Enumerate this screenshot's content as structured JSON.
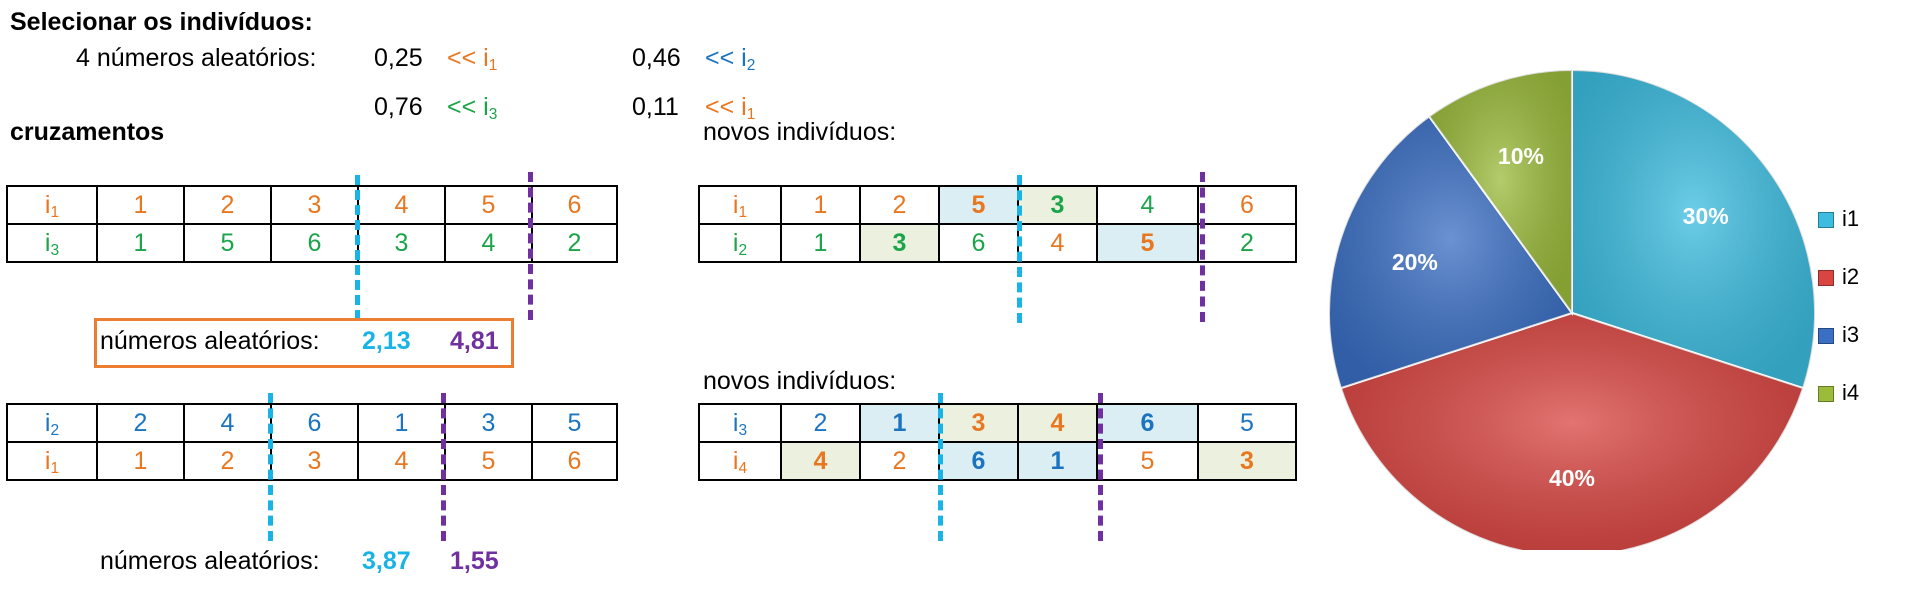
{
  "title": "Selecionar os indivíduos:",
  "selection": {
    "label": "4 números aleatórios:",
    "draws": [
      {
        "value": "0,25",
        "arrow": "<< i",
        "sub": "1",
        "color": "#e87722"
      },
      {
        "value": "0,46",
        "arrow": "<< i",
        "sub": "2",
        "color": "#1a74c0"
      },
      {
        "value": "0,76",
        "arrow": "<< i",
        "sub": "3",
        "color": "#1ca44a"
      },
      {
        "value": "0,11",
        "arrow": "<< i",
        "sub": "1",
        "color": "#e87722"
      }
    ]
  },
  "crossover_title": "cruzamentos",
  "new_individuals_label": "novos indivíduos:",
  "random_label": "números aleatórios:",
  "cross1": {
    "rand": [
      "2,13",
      "4,81"
    ],
    "parents": [
      {
        "label": "i",
        "sub": "1",
        "color": "orange",
        "genes": [
          "1",
          "2",
          "3",
          "4",
          "5",
          "6"
        ],
        "gene_colors": [
          "orange",
          "orange",
          "orange",
          "orange",
          "orange",
          "orange"
        ]
      },
      {
        "label": "i",
        "sub": "3",
        "color": "green",
        "genes": [
          "1",
          "5",
          "6",
          "3",
          "4",
          "2"
        ],
        "gene_colors": [
          "green",
          "green",
          "green",
          "green",
          "green",
          "green"
        ]
      }
    ],
    "children": [
      {
        "label": "i",
        "sub": "1",
        "color": "orange",
        "genes": [
          "1",
          "2",
          "5",
          "3",
          "4",
          "6"
        ],
        "gene_colors": [
          "orange",
          "orange",
          "orange",
          "green",
          "green",
          "orange"
        ],
        "bold": [
          false,
          false,
          true,
          true,
          false,
          false
        ],
        "bg": [
          "",
          "",
          "b",
          "g",
          "",
          ""
        ]
      },
      {
        "label": "i",
        "sub": "2",
        "color": "green",
        "genes": [
          "1",
          "3",
          "6",
          "4",
          "5",
          "2"
        ],
        "gene_colors": [
          "green",
          "green",
          "green",
          "orange",
          "orange",
          "green"
        ],
        "bold": [
          false,
          true,
          false,
          false,
          true,
          false
        ],
        "bg": [
          "",
          "g",
          "",
          "",
          "b",
          ""
        ]
      }
    ]
  },
  "cross2": {
    "rand": [
      "3,87",
      "1,55"
    ],
    "parents": [
      {
        "label": "i",
        "sub": "2",
        "color": "blue",
        "genes": [
          "2",
          "4",
          "6",
          "1",
          "3",
          "5"
        ],
        "gene_colors": [
          "blue",
          "blue",
          "blue",
          "blue",
          "blue",
          "blue"
        ]
      },
      {
        "label": "i",
        "sub": "1",
        "color": "orange",
        "genes": [
          "1",
          "2",
          "3",
          "4",
          "5",
          "6"
        ],
        "gene_colors": [
          "orange",
          "orange",
          "orange",
          "orange",
          "orange",
          "orange"
        ]
      }
    ],
    "children": [
      {
        "label": "i",
        "sub": "3",
        "color": "blue",
        "genes": [
          "2",
          "1",
          "3",
          "4",
          "6",
          "5"
        ],
        "gene_colors": [
          "blue",
          "blue",
          "orange",
          "orange",
          "blue",
          "blue"
        ],
        "bold": [
          false,
          true,
          true,
          true,
          true,
          false
        ],
        "bg": [
          "",
          "b",
          "g",
          "g",
          "b",
          ""
        ]
      },
      {
        "label": "i",
        "sub": "4",
        "color": "orange",
        "genes": [
          "4",
          "2",
          "6",
          "1",
          "5",
          "3"
        ],
        "gene_colors": [
          "orange",
          "orange",
          "blue",
          "blue",
          "orange",
          "orange"
        ],
        "bold": [
          true,
          false,
          true,
          true,
          false,
          true
        ],
        "bg": [
          "g",
          "",
          "b",
          "b",
          "",
          "g"
        ]
      }
    ]
  },
  "chart_data": {
    "type": "pie",
    "title": "",
    "series": [
      {
        "name": "i1",
        "value": 30,
        "label": "30%",
        "color": "#3cbde0"
      },
      {
        "name": "i2",
        "value": 40,
        "label": "40%",
        "color": "#d94541"
      },
      {
        "name": "i3",
        "value": 20,
        "label": "20%",
        "color": "#3a6fc4"
      },
      {
        "name": "i4",
        "value": 10,
        "label": "10%",
        "color": "#9bbb3b"
      }
    ],
    "legend_position": "right"
  }
}
